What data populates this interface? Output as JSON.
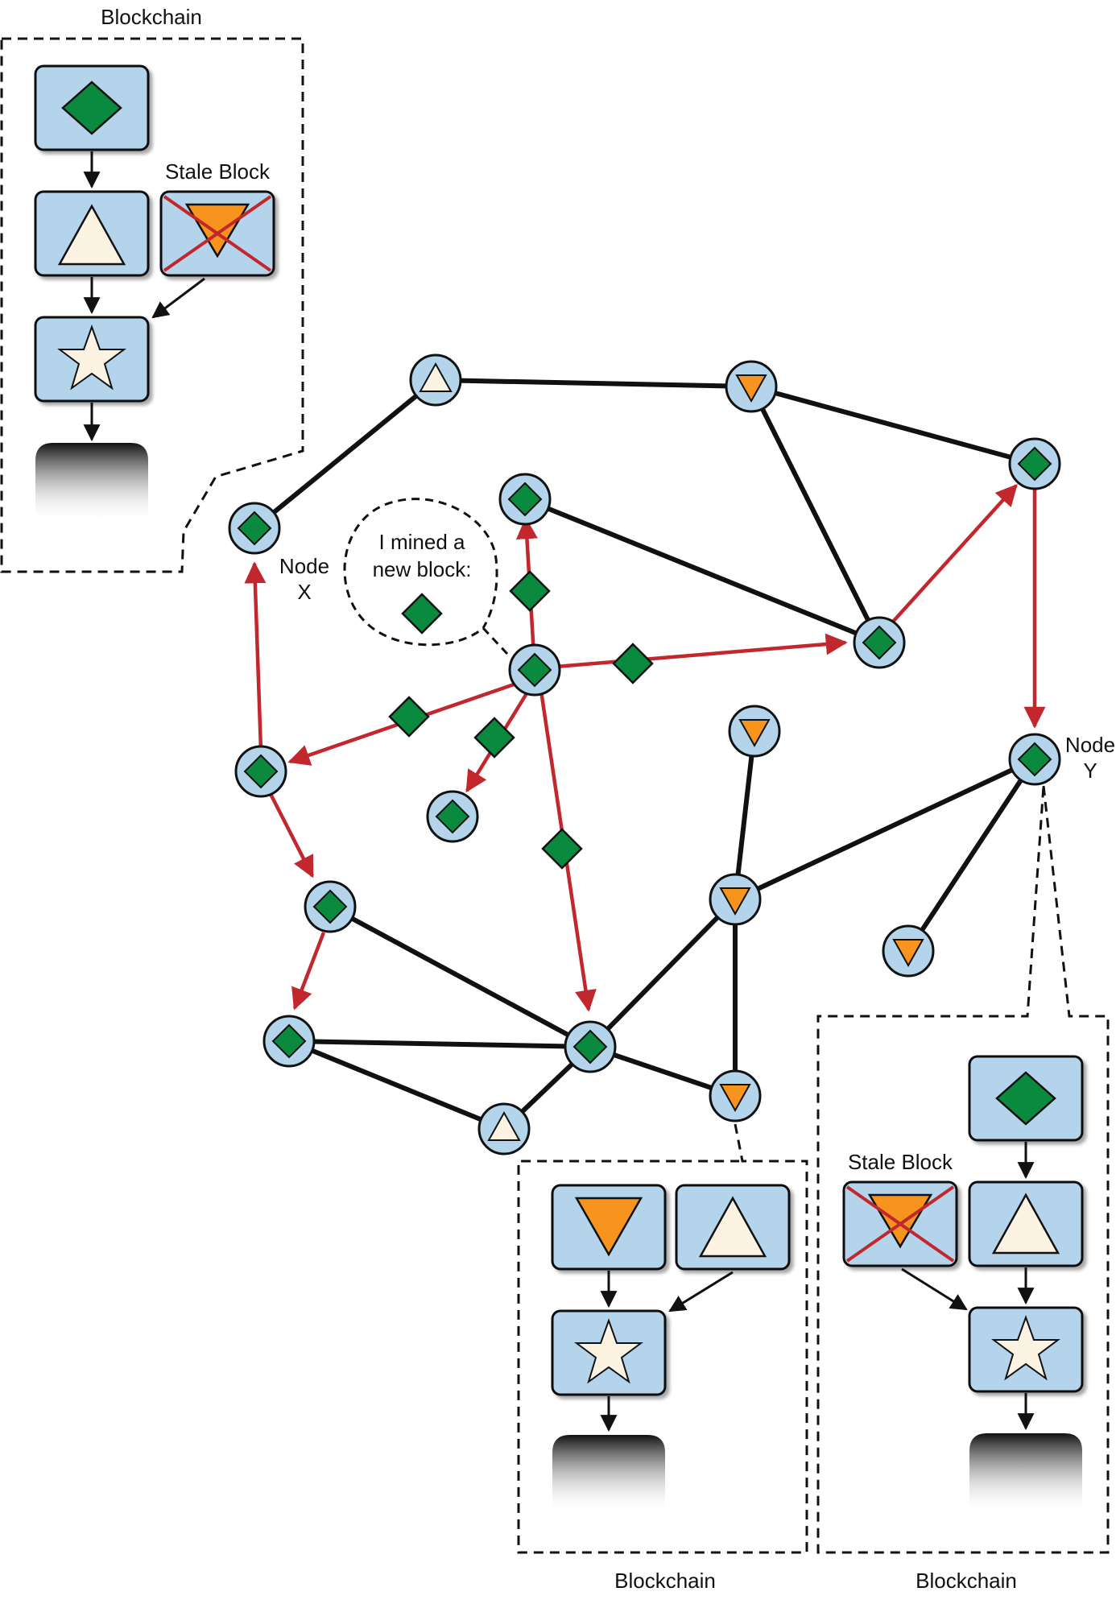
{
  "labels": {
    "blockchain_top": "Blockchain",
    "blockchain_bottom_mid": "Blockchain",
    "blockchain_bottom_right": "Blockchain",
    "stale_block_top": "Stale Block",
    "stale_block_bottom": "Stale Block",
    "node_x_line1": "Node",
    "node_x_line2": "X",
    "node_y_line1": "Node",
    "node_y_line2": "Y",
    "bubble_line1": "I mined a",
    "bubble_line2": "new block:"
  },
  "colors": {
    "block_fill": "#b3d4ea",
    "node_fill": "#b3d4ea",
    "green_diamond": "#0a8a3e",
    "orange_triangle": "#f7941d",
    "cream_shape": "#fdf3e3",
    "propagation_red": "#c1272d",
    "link_black": "#111111"
  },
  "icons": {
    "genesis_block": "green-diamond-icon",
    "second_block": "cream-triangle-icon",
    "stale_block": "orange-triangle-icon",
    "third_block": "cream-star-icon",
    "new_block": "green-diamond-icon"
  }
}
